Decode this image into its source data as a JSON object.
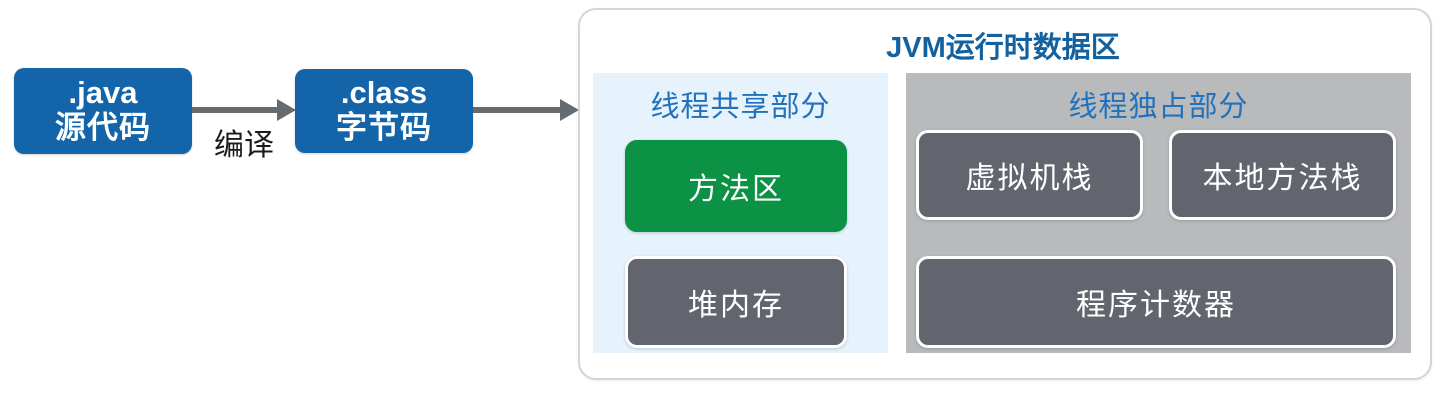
{
  "diagram": {
    "title": "JVM运行时数据区",
    "pipeline": {
      "source_box": {
        "line1": ".java",
        "line2": "源代码"
      },
      "bytecode_box": {
        "line1": ".class",
        "line2": "字节码"
      },
      "compile_label": "编译",
      "arrow1_name": "compile-arrow",
      "arrow2_name": "load-arrow"
    },
    "shared_panel": {
      "heading": "线程共享部分",
      "regions": [
        {
          "label": "方法区",
          "color": "#0b9244"
        },
        {
          "label": "堆内存",
          "color": "#62656e"
        }
      ]
    },
    "exclusive_panel": {
      "heading": "线程独占部分",
      "regions": [
        {
          "label": "虚拟机栈",
          "color": "#62656e"
        },
        {
          "label": "本地方法栈",
          "color": "#62656e"
        },
        {
          "label": "程序计数器",
          "color": "#62656e"
        }
      ]
    },
    "colors": {
      "blue_box": "#1364A8",
      "title_blue": "#13619f",
      "heading_blue": "#2172bd",
      "green": "#0b9244",
      "gray_region": "#62656e",
      "shared_panel_bg": "#e6f2fc",
      "exclusive_panel_bg": "#b9babc",
      "arrow_gray": "#666b70",
      "container_border": "#d3d5d8"
    }
  }
}
